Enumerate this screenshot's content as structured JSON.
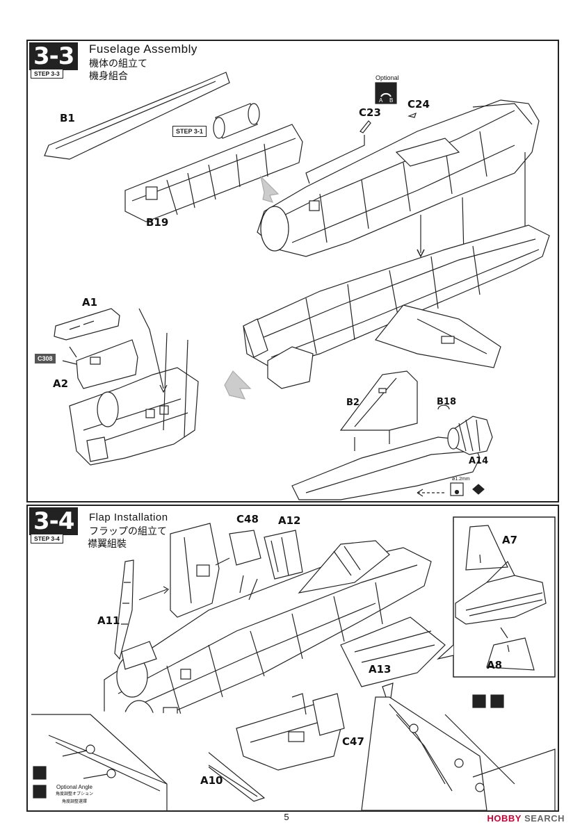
{
  "step33": {
    "number": "3-3",
    "step_tag": "STEP 3-3",
    "title_en": "Fuselage Assembly",
    "title_ja": "機体の組立て",
    "title_zh": "機身組合",
    "labels": {
      "b1": "B1",
      "step31": "STEP 3-1",
      "b19": "B19",
      "optional": "Optional",
      "opt_a": "A",
      "opt_b": "B",
      "c23": "C23",
      "c24": "C24",
      "a1": "A1",
      "c308": "C308",
      "a2": "A2",
      "b2": "B2",
      "b18": "B18",
      "a14": "A14",
      "drill": "ø1.2mm"
    }
  },
  "step34": {
    "number": "3-4",
    "step_tag": "STEP 3-4",
    "title_en": "Flap Installation",
    "title_ja": "フラップの組立て",
    "title_zh": "襟翼組裝",
    "labels": {
      "c48": "C48",
      "a12": "A12",
      "a11": "A11",
      "a13": "A13",
      "c47": "C47",
      "a10": "A10",
      "a7": "A7",
      "a8": "A8",
      "optional_angle": "Optional Angle",
      "optional_angle_ja": "角度調整オプション",
      "optional_angle_zh": "角度調整選擇"
    }
  },
  "footer": {
    "page_number": "5",
    "watermark_brand": "HOBBY",
    "watermark_rest": "SEARCH"
  }
}
